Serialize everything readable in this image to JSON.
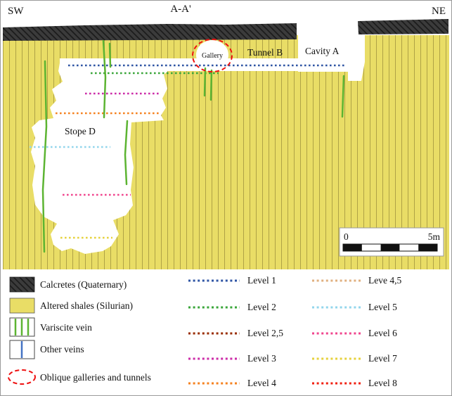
{
  "header": {
    "sw": "SW",
    "section_name": "A-A'",
    "ne": "NE"
  },
  "section": {
    "gallery": "Gallery",
    "tunnel": "Tunnel B",
    "cavity": "Cavity A",
    "stope": "Stope D",
    "scale_zero": "0",
    "scale_five": "5m"
  },
  "colors": {
    "calcretes": "#3b3b3b",
    "calcrete_hatch": "#191919",
    "shale": "#e9dd66",
    "bedding": "#a99c42",
    "variscite": "#5cb432",
    "other_vein": "#4472c4",
    "oblique": "#ee1010",
    "border": "#9a9a9a"
  },
  "levels": [
    {
      "label": "Level 1",
      "color": "#2f55a4"
    },
    {
      "label": "Level 2",
      "color": "#3aa63a"
    },
    {
      "label": "Level 2,5",
      "color": "#992d00"
    },
    {
      "label": "Level 3",
      "color": "#cc2da8"
    },
    {
      "label": "Level 4",
      "color": "#f58220"
    },
    {
      "label": "Leve 4,5",
      "color": "#e0b080"
    },
    {
      "label": "Level 5",
      "color": "#92d6ec"
    },
    {
      "label": "Level 6",
      "color": "#f0468e"
    },
    {
      "label": "Level 7",
      "color": "#e6d23e"
    },
    {
      "label": "Level 8",
      "color": "#f02010"
    }
  ],
  "legend": {
    "calcretes": "Calcretes (Quaternary)",
    "shales": "Altered shales (Silurian)",
    "variscite": "Variscite vein",
    "other_veins": "Other veins",
    "oblique": "Oblique galleries and tunnels"
  }
}
